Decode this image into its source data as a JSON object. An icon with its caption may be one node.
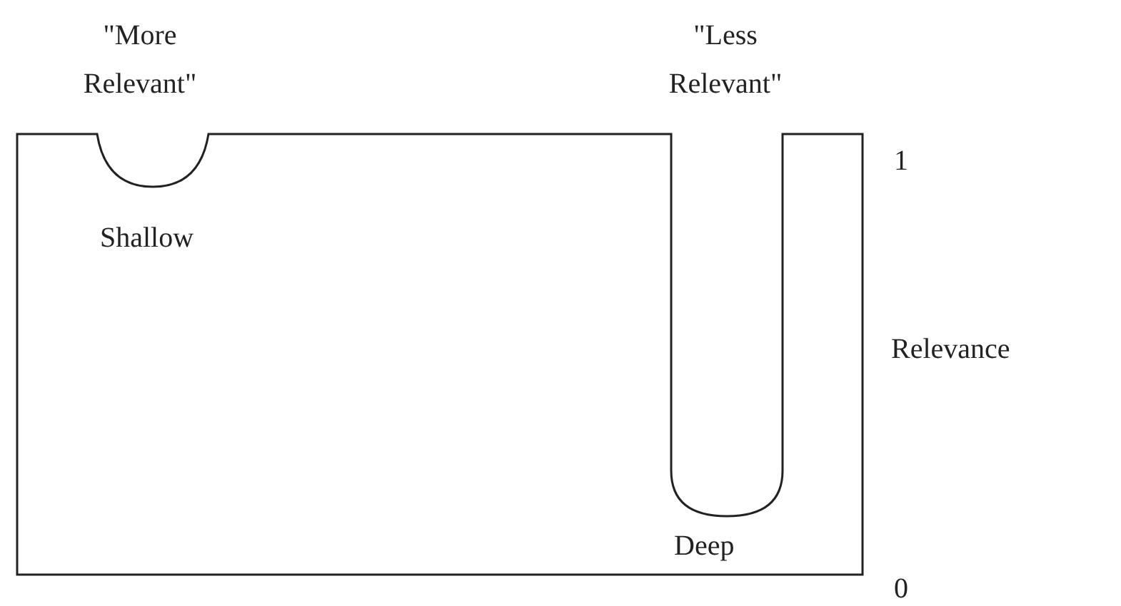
{
  "diagram": {
    "labels": [
      "\"More Relevant\"",
      "\"Less Relevant\"",
      "1",
      "Shallow",
      "Relevance",
      "Deep",
      "0"
    ]
  }
}
